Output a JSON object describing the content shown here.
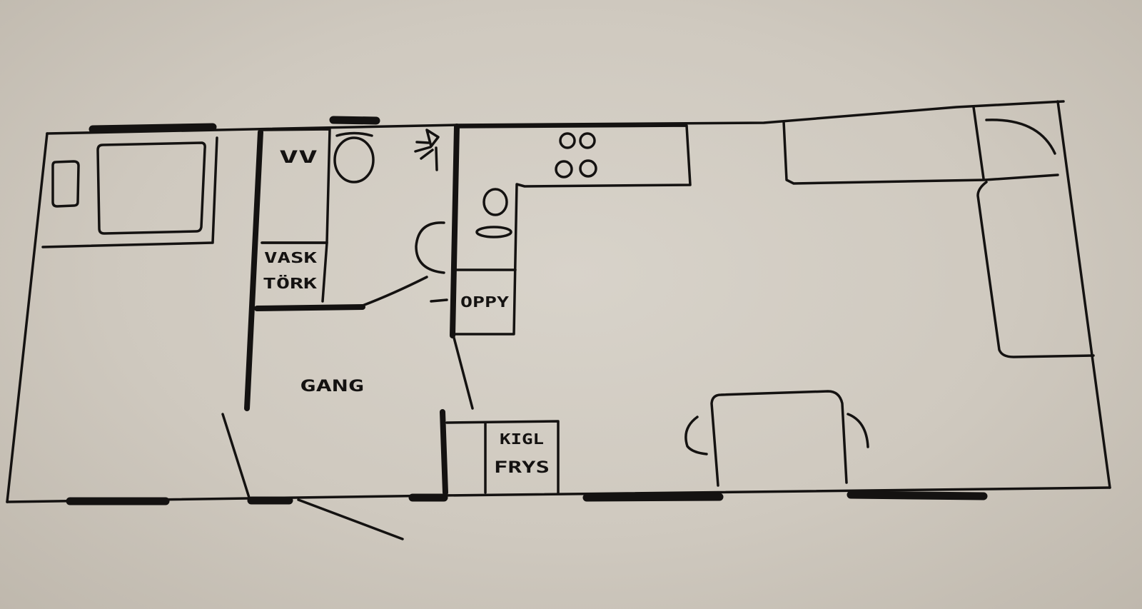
{
  "labels": {
    "water_heater": "VV",
    "washer": "VASK",
    "dryer": "TÖRK",
    "closet": "OPPY",
    "hallway": "GANG",
    "fridge": "KIGL",
    "freezer": "FRYS"
  },
  "colors": {
    "paper": "#d3cdc3",
    "ink": "#141211"
  }
}
